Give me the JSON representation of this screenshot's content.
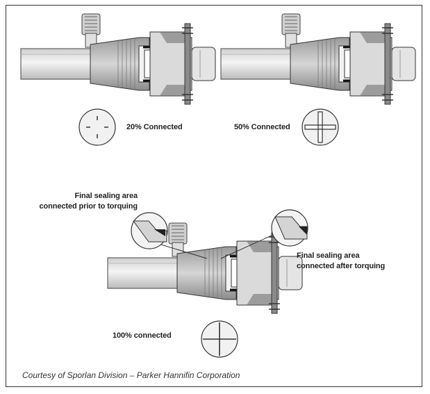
{
  "labels": {
    "pct20": "20% Connected",
    "pct50": "50% Connected",
    "pct100": "100% connected",
    "left_callout_1": "Final sealing area",
    "left_callout_2": "connected prior to torquing",
    "right_callout_1": "Final sealing area",
    "right_callout_2": "connected after torquing"
  },
  "caption": "Courtesy of Sporlan Division – Parker Hannifin Corporation",
  "colors": {
    "line": "#333333",
    "fill_light": "#e6e6e6",
    "fill_mid": "#bdbdbd",
    "fill_dark": "#555555"
  }
}
